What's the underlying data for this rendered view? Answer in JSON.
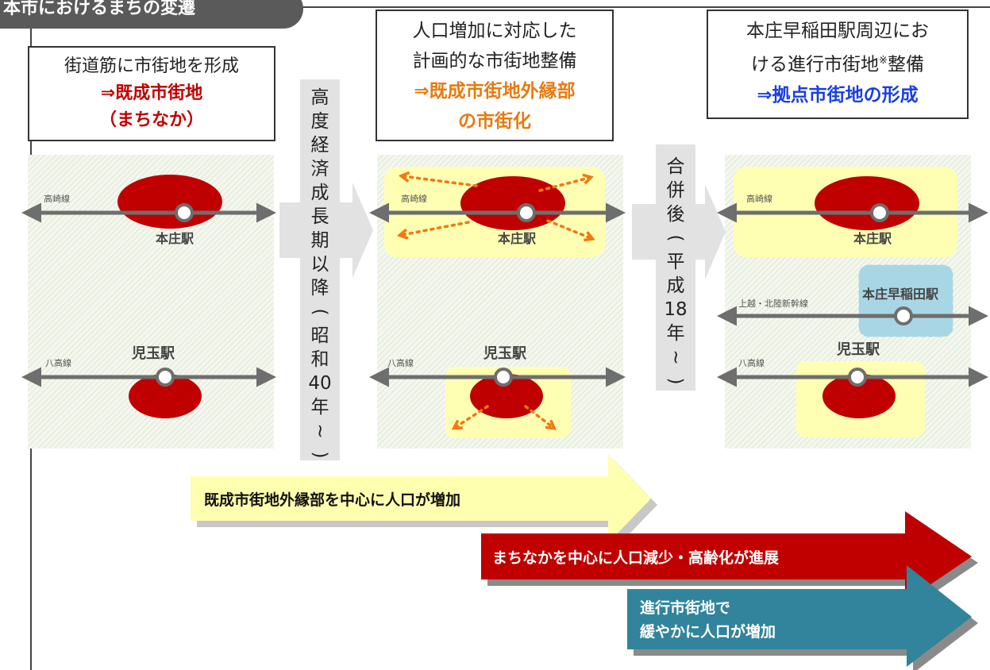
{
  "header": {
    "title": "本市におけるまちの変遷"
  },
  "stages": [
    {
      "line1": "街道筋に市街地を形成",
      "line2": "⇒既成市街地",
      "line3": "（まちなか）"
    },
    {
      "line1": "人口増加に対応した",
      "line2": "計画的な市街地整備",
      "line3": "⇒既成市街地外縁部",
      "line4": "の市街化"
    },
    {
      "line1": "本庄早稲田駅周辺にお",
      "line2a": "ける進行市街地",
      "line2sup": "※",
      "line2b": "整備",
      "line3": "⇒拠点市街地の形成"
    }
  ],
  "transitions": {
    "t1": [
      "高",
      "度",
      "経",
      "済",
      "成",
      "長",
      "期",
      "以",
      "降",
      "(",
      "昭",
      "和",
      "40",
      "年",
      "~",
      ")"
    ],
    "t2": [
      "合",
      "併",
      "後",
      "(",
      "平",
      "成",
      "18",
      "年",
      "~",
      ")"
    ]
  },
  "map": {
    "takasaki": "高崎線",
    "hachiko": "八高線",
    "shinkansen": "上越・北陸新幹線",
    "honjo": "本庄駅",
    "kodama": "児玉駅",
    "waseda": "本庄早稲田駅"
  },
  "arrows": {
    "a1": "既成市街地外縁部を中心に人口が増加",
    "a2": "まちなかを中心に人口減少・高齢化が進展",
    "a3_line1": "進行市街地で",
    "a3_line2": "緩やかに人口が増加"
  },
  "colors": {
    "header": "#5a5a5a",
    "urban_red": "#c00000",
    "expansion_yellow": "#ffffb4",
    "expansion_arrow_orange": "#f07a10",
    "hub_blue": "#a9d6e5",
    "rail_gray": "#6e6e6e",
    "arrow_yellow": "#ffffb0",
    "arrow_red": "#c00000",
    "arrow_teal": "#31849b",
    "stage1_text": "#c00000",
    "stage2_text": "#e87a10",
    "stage3_text": "#1a3fe0"
  }
}
